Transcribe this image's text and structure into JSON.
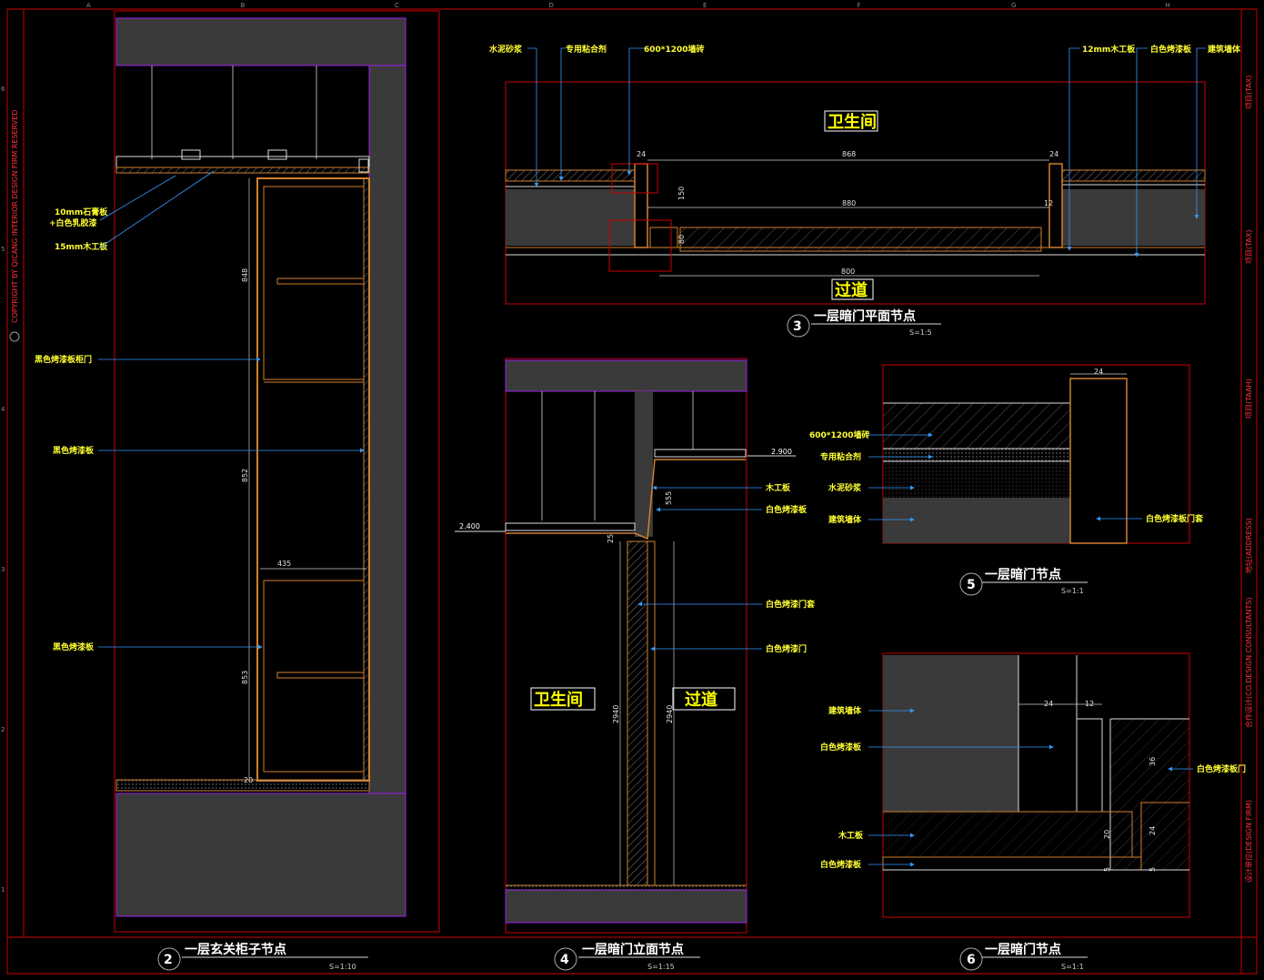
{
  "grid_cols": [
    "A",
    "B",
    "C",
    "D",
    "E",
    "F",
    "G",
    "H"
  ],
  "grid_rows": [
    "6",
    "5",
    "4",
    "3",
    "2",
    "1"
  ],
  "sidebar_left": "COPYRIGHT BY QICANG INTERIOR DESIGN FIRM RESERVED",
  "sidebar_right": [
    "项目(TAX)",
    "项目(TAX)",
    "项目(TAAH)",
    "地址(ADDRESS)",
    "合作设计(CO.DESIGN CONSULTANTS)",
    "设计单位(DESIGN FIRM)"
  ],
  "d2": {
    "num": "2",
    "title": "一层玄关柜子节点",
    "scale": "S=1:10",
    "labels": [
      "10mm石膏板",
      "+白色乳胶漆",
      "15mm木工板",
      "黑色烤漆板柜门",
      "黑色烤漆板",
      "黑色烤漆板"
    ],
    "dims": [
      "848",
      "852",
      "853",
      "435",
      "20"
    ]
  },
  "d3": {
    "num": "3",
    "title": "一层暗门平面节点",
    "scale": "S=1:5",
    "labels": [
      "水泥砂浆",
      "专用粘合剂",
      "600*1200墙砖",
      "12mm木工板",
      "白色烤漆板",
      "建筑墙体"
    ],
    "rooms": [
      "卫生间",
      "过道"
    ],
    "dims": [
      "24",
      "868",
      "24",
      "880",
      "150",
      "12",
      "80",
      "800"
    ]
  },
  "d4": {
    "num": "4",
    "title": "一层暗门立面节点",
    "scale": "S=1:15",
    "labels": [
      "木工板",
      "白色烤漆板",
      "白色烤漆门套",
      "白色烤漆门"
    ],
    "rooms": [
      "卫生间",
      "过道"
    ],
    "levels": [
      "2.900",
      "2.400"
    ],
    "dims": [
      "555",
      "25",
      "2940",
      "2940"
    ]
  },
  "d5": {
    "num": "5",
    "title": "一层暗门节点",
    "scale": "S=1:1",
    "labels": [
      "600*1200墙砖",
      "专用粘合剂",
      "水泥砂浆",
      "建筑墙体",
      "白色烤漆板门套"
    ],
    "dims": [
      "24"
    ]
  },
  "d6": {
    "num": "6",
    "title": "一层暗门节点",
    "scale": "S=1:1",
    "labels": [
      "建筑墙体",
      "白色烤漆板",
      "木工板",
      "白色烤漆板",
      "白色烤漆板门"
    ],
    "dims": [
      "24",
      "12",
      "36",
      "20",
      "24",
      "5",
      "5"
    ]
  }
}
